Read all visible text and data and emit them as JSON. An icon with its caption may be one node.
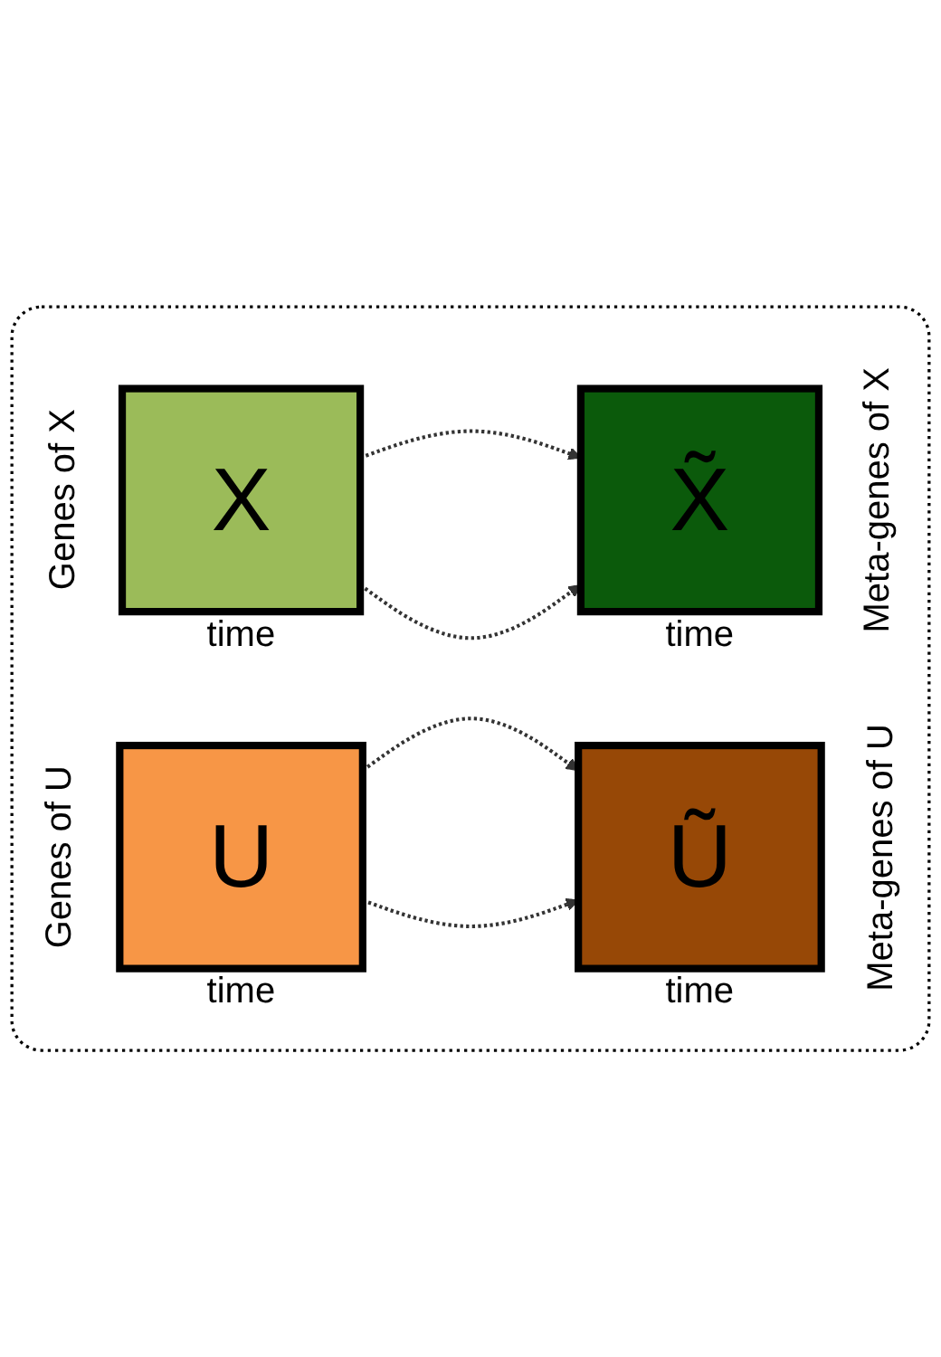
{
  "diagram": {
    "nodes": [
      {
        "text": [],
        "shape": "box"
      },
      {
        "text": [
          "X"
        ],
        "in": 0,
        "beside": [
          "Genes of X",
          "time"
        ]
      },
      {
        "text": [
          "X̃"
        ],
        "in": 0,
        "beside": [
          "time",
          "Meta-genes of X"
        ]
      },
      {
        "text": [
          "U"
        ],
        "in": 0,
        "beside": [
          "Genes of U",
          "time"
        ]
      },
      {
        "text": [
          "Ũ"
        ],
        "in": 0,
        "beside": [
          "time",
          "Meta-genes of U"
        ]
      }
    ],
    "edges": [
      {
        "from": 1,
        "to": 2,
        "arrow": "to",
        "style": "dashed"
      },
      {
        "from": 1,
        "to": 2,
        "arrow": "to",
        "style": "dashed"
      },
      {
        "from": 3,
        "to": 4,
        "arrow": "to",
        "style": "dashed"
      },
      {
        "from": 3,
        "to": 4,
        "arrow": "to",
        "style": "dashed"
      }
    ]
  }
}
